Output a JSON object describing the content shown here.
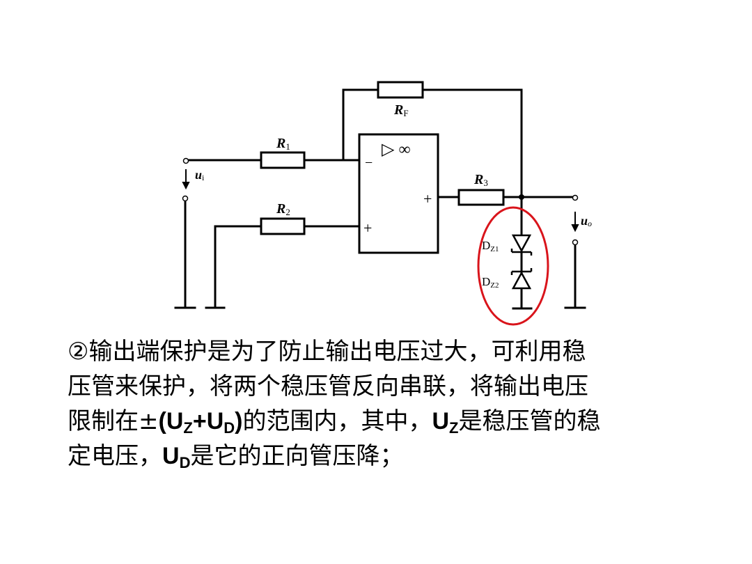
{
  "diagram": {
    "labels": {
      "rf": "R",
      "rf_sub": "F",
      "r1": "R",
      "r1_sub": "1",
      "r2": "R",
      "r2_sub": "2",
      "r3": "R",
      "r3_sub": "3",
      "ui": "u",
      "ui_sub": "i",
      "uo": "u",
      "uo_sub": "o",
      "dz1": "D",
      "dz1_sub": "Z1",
      "dz2": "D",
      "dz2_sub": "Z2",
      "opamp_minus": "−",
      "opamp_plus_in": "+",
      "opamp_plus_out": "+",
      "opamp_symbol": "▷ ∞"
    },
    "highlight_color": "#d9141b"
  },
  "caption": {
    "line1": "②输出端保护是为了防止输出电压过大，可利用稳",
    "line2": "压管来保护，将两个稳压管反向串联，将输出电压",
    "line3_a": "限制在±",
    "line3_b": "(U",
    "line3_sub1": "Z",
    "line3_c": "+U",
    "line3_sub2": "D",
    "line3_d": ")",
    "line3_e": "的范围内，其中，",
    "line3_f": "U",
    "line3_sub3": "Z",
    "line3_g": "是稳压管的稳",
    "line4_a": "定电压，",
    "line4_b": "U",
    "line4_sub": "D",
    "line4_c": "是它的正向管压降；"
  }
}
